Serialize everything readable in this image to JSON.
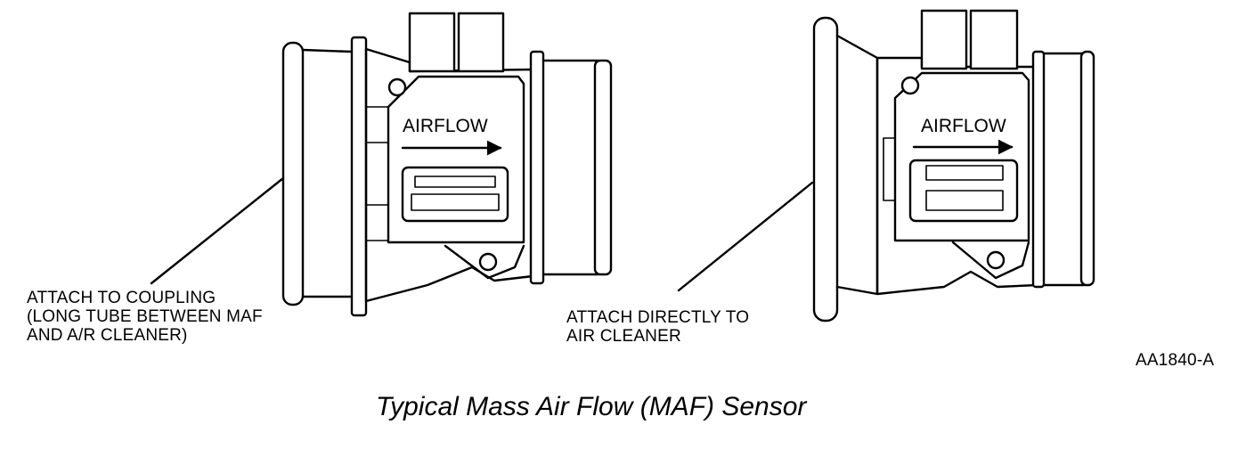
{
  "sensor_left": {
    "airflow_label": "AIRFLOW",
    "callout_lines": [
      "ATTACH TO COUPLING",
      "(LONG TUBE BETWEEN MAF",
      "AND A/R CLEANER)"
    ]
  },
  "sensor_right": {
    "airflow_label": "AIRFLOW",
    "callout_lines": [
      "ATTACH DIRECTLY TO",
      "AIR CLEANER"
    ]
  },
  "figure_id": "AA1840-A",
  "caption": "Typical Mass Air Flow (MAF) Sensor"
}
